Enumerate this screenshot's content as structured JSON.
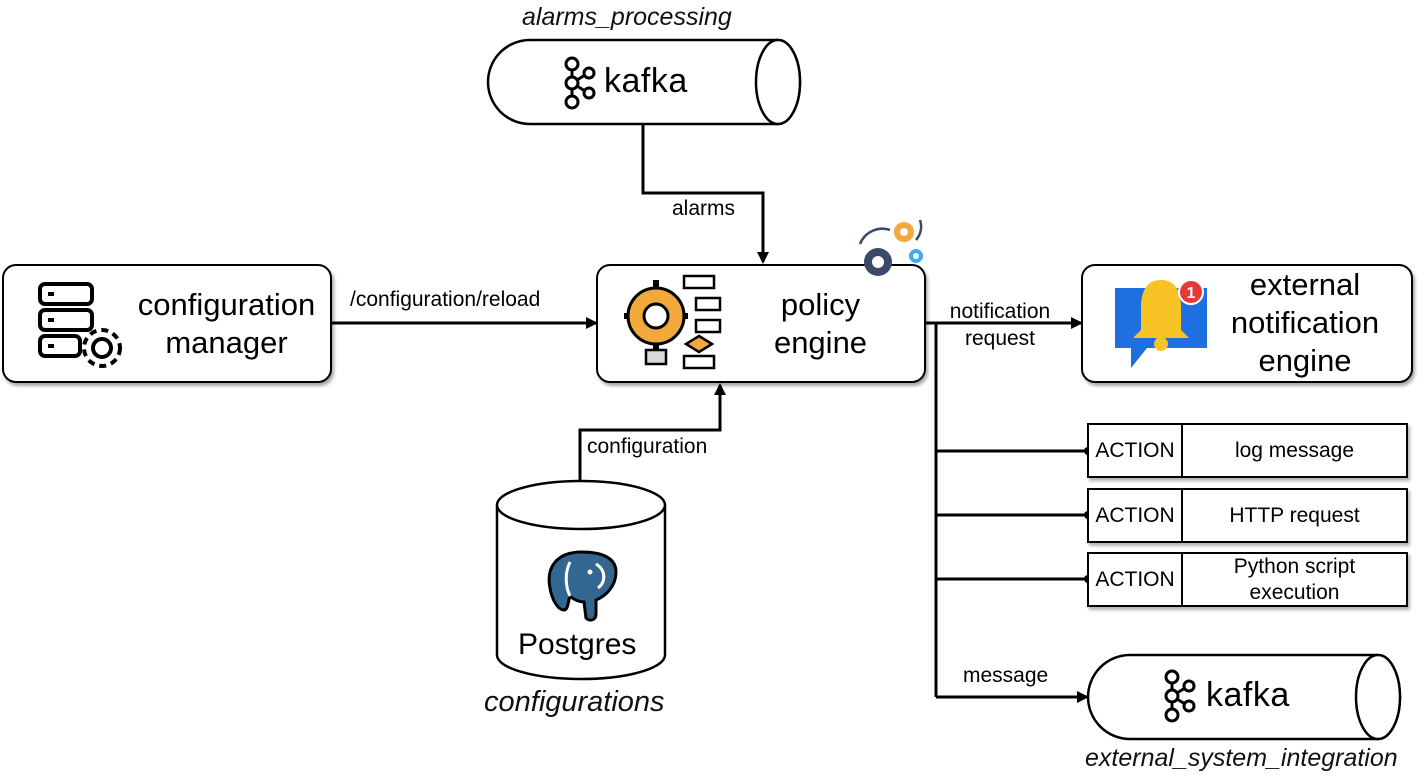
{
  "topics": {
    "alarms_topic": "alarms_processing",
    "external_topic": "external_system_integration"
  },
  "kafka": {
    "label": "kafka"
  },
  "nodes": {
    "config_manager": "configuration\nmanager",
    "policy_engine": "policy\nengine",
    "external_notification": "external\nnotification\nengine",
    "postgres": "Postgres",
    "postgres_caption": "configurations"
  },
  "edges": {
    "alarms": "alarms",
    "reload": "/configuration/reload",
    "notification": "notification\nrequest",
    "configuration": "configuration",
    "message": "message"
  },
  "actions": [
    {
      "key": "ACTION",
      "value": "log message"
    },
    {
      "key": "ACTION",
      "value": "HTTP request"
    },
    {
      "key": "ACTION",
      "value": "Python script\nexecution"
    }
  ],
  "notification_badge": "1",
  "colors": {
    "postgres_blue": "#336791",
    "bell_yellow": "#F7C325",
    "chat_blue": "#1E6FE0",
    "gear_orange": "#F2A93B",
    "badge_red": "#E53935"
  }
}
